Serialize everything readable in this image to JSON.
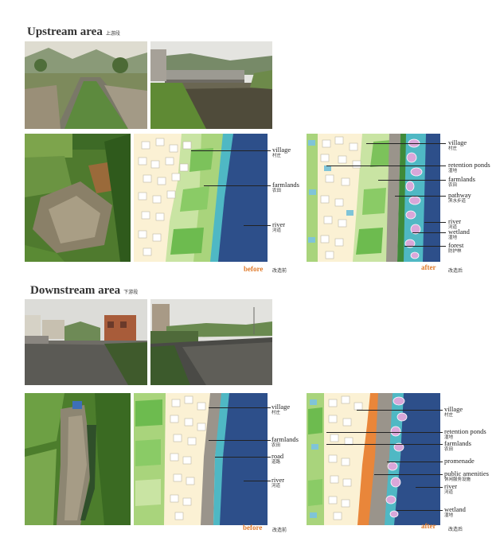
{
  "upstream": {
    "title": "Upstream area",
    "title_zh": "上游段",
    "before": {
      "tag": "before",
      "tag_zh": "改造前",
      "labels": [
        {
          "en": "village",
          "zh": "村庄"
        },
        {
          "en": "farmlands",
          "zh": "农田"
        },
        {
          "en": "river",
          "zh": "河道"
        }
      ]
    },
    "after": {
      "tag": "after",
      "tag_zh": "改造后",
      "labels": [
        {
          "en": "village",
          "zh": "村庄"
        },
        {
          "en": "retention ponds",
          "zh": "湿地"
        },
        {
          "en": "farmlands",
          "zh": "农田"
        },
        {
          "en": "pathway",
          "zh": "滨水步道"
        },
        {
          "en": "river",
          "zh": "河道"
        },
        {
          "en": "wetland",
          "zh": "湿地"
        },
        {
          "en": "forest",
          "zh": "防护林"
        }
      ]
    }
  },
  "downstream": {
    "title": "Downstream area",
    "title_zh": "下游段",
    "before": {
      "tag": "before",
      "tag_zh": "改造前",
      "labels": [
        {
          "en": "village",
          "zh": "村庄"
        },
        {
          "en": "farmlands",
          "zh": "农田"
        },
        {
          "en": "road",
          "zh": "道路"
        },
        {
          "en": "river",
          "zh": "河道"
        }
      ]
    },
    "after": {
      "tag": "after",
      "tag_zh": "改造后",
      "labels": [
        {
          "en": "village",
          "zh": "村庄"
        },
        {
          "en": "retention ponds",
          "zh": "湿地"
        },
        {
          "en": "farmlands",
          "zh": "农田"
        },
        {
          "en": "promenade",
          "zh": ""
        },
        {
          "en": "public amenities",
          "zh": "休闲服务设施"
        },
        {
          "en": "river",
          "zh": "河道"
        },
        {
          "en": "wetland",
          "zh": "湿地"
        }
      ]
    }
  },
  "colors": {
    "river": "#2d4f8a",
    "teal": "#4fb8c4",
    "village_bg": "#fbf1d4",
    "field_light": "#d9ecb8",
    "field_mid": "#a9d47c",
    "field_dark": "#6dbb4f",
    "path": "#9a948b",
    "pond": "#d9a7d9",
    "accent": "#e07a2a",
    "amenity": "#e9863a"
  }
}
